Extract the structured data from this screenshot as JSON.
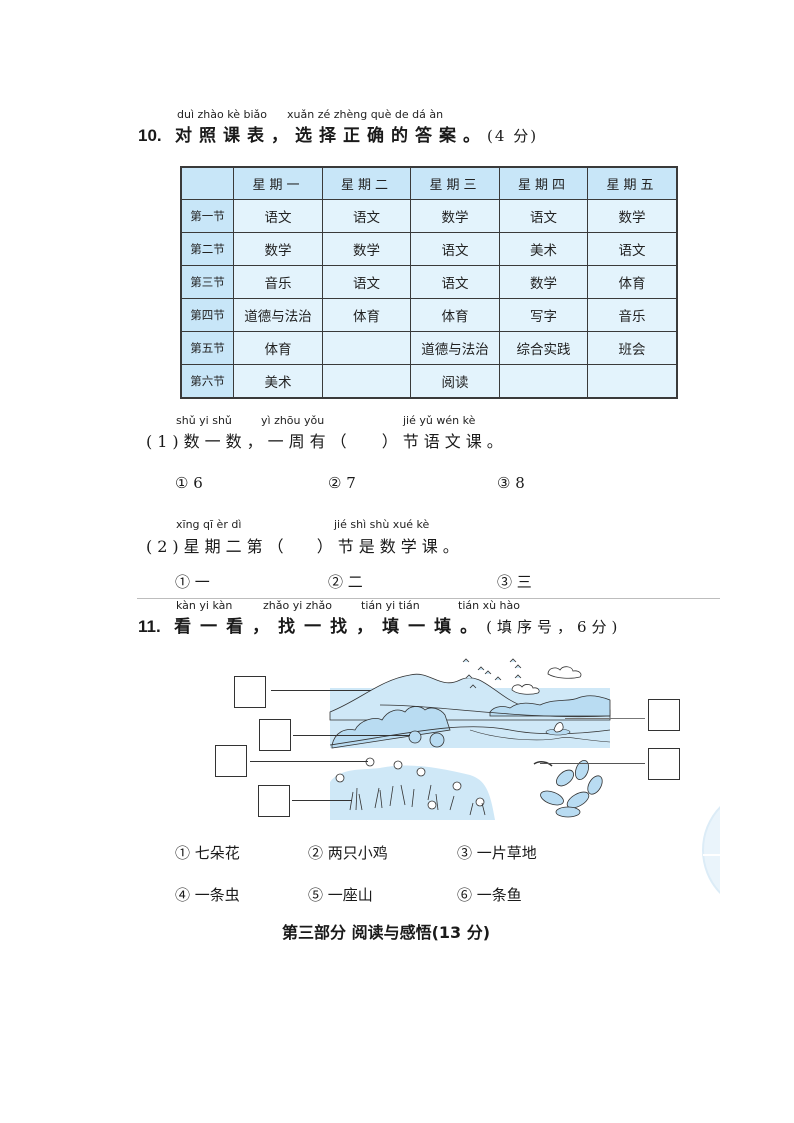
{
  "q10": {
    "number": "10.",
    "pinyin": [
      "duì zhào kè biǎo",
      "xuǎn zé zhèng què de dá àn"
    ],
    "title": "对照课表，选择正确的答案。",
    "score": "(4 分)",
    "table": {
      "headers": [
        "",
        "星期一",
        "星期二",
        "星期三",
        "星期四",
        "星期五"
      ],
      "rows": [
        {
          "period": "第一节",
          "cells": [
            "语文",
            "语文",
            "数学",
            "语文",
            "数学"
          ]
        },
        {
          "period": "第二节",
          "cells": [
            "数学",
            "数学",
            "语文",
            "美术",
            "语文"
          ]
        },
        {
          "period": "第三节",
          "cells": [
            "音乐",
            "语文",
            "语文",
            "数学",
            "体育"
          ]
        },
        {
          "period": "第四节",
          "cells": [
            "道德与法治",
            "体育",
            "体育",
            "写字",
            "音乐"
          ]
        },
        {
          "period": "第五节",
          "cells": [
            "体育",
            "",
            "道德与法治",
            "综合实践",
            "班会"
          ]
        },
        {
          "period": "第六节",
          "cells": [
            "美术",
            "",
            "阅读",
            "",
            ""
          ]
        }
      ]
    },
    "sub1": {
      "label": "(1)",
      "pinyin": [
        "shǔ yi shǔ",
        "yì zhōu yǒu",
        "jié yǔ wén kè"
      ],
      "text_a": "数一数，一周有（",
      "text_b": "）节语文课。",
      "options": [
        "① 6",
        "② 7",
        "③ 8"
      ]
    },
    "sub2": {
      "label": "(2)",
      "pinyin": [
        "xīng qī èr dì",
        "jié shì shù xué kè"
      ],
      "text_a": "星期二第（",
      "text_b": "）节是数学课。",
      "options": [
        "① 一",
        "② 二",
        "③ 三"
      ]
    }
  },
  "q11": {
    "number": "11.",
    "pinyin": [
      "kàn yi kàn",
      "zhǎo yi zhǎo",
      "tián yi tián",
      "tián xù hào"
    ],
    "title": "看一看，找一找，填一填。",
    "score": "(填序号，6分)",
    "picture_alt": "landscape-with-mountains-birds-river-chicks-flowers-grass-fish-caterpillar",
    "options": [
      "① 七朵花",
      "② 两只小鸡",
      "③ 一片草地",
      "④ 一条虫",
      "⑤ 一座山",
      "⑥ 一条鱼"
    ]
  },
  "section3": {
    "title": "第三部分  阅读与感悟(13 分)"
  },
  "colors": {
    "table_header": "#c8e6f8",
    "table_cell": "#e3f3fc",
    "illustration_blue": "#cfe8f7",
    "border": "#3a3a3a"
  }
}
